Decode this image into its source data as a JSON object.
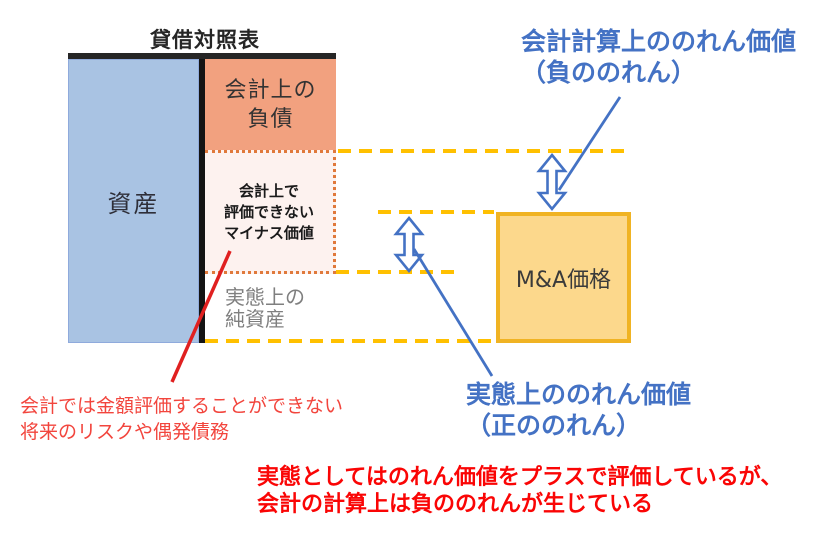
{
  "title": "貸借対照表",
  "colors": {
    "accent_blue": "#4472C4",
    "dashed_gold": "#FFC000",
    "assets_blue": "#A9C3E3",
    "liabilities_salmon": "#F2A17F",
    "negative_value_pink": "#FDF2EF",
    "dotted_border_orange": "#E0793B",
    "ma_fill": "#FCD88C",
    "ma_border": "#F0B323",
    "red_line": "#E02020",
    "risk_note_red": "#F2453D",
    "conclusion_red": "#FA0505",
    "net_assets_gray": "#7F7F7F",
    "bar_black": "#262626"
  },
  "balance_sheet": {
    "assets_label": "資産",
    "liabilities": {
      "line1": "会計上の",
      "line2": "負債"
    },
    "negative_value": {
      "line1": "会計上で",
      "line2": "評価できない",
      "line3": "マイナス価値"
    },
    "actual_net_assets": {
      "line1": "実態上の",
      "line2": "純資産"
    }
  },
  "ma_price": {
    "label": "M&A価格"
  },
  "annotations": {
    "accounting_goodwill": {
      "line1": "会計計算上ののれん価値",
      "line2": "（負ののれん）"
    },
    "actual_goodwill": {
      "line1": "実態上ののれん価値",
      "line2": "（正ののれん）"
    },
    "risk_note": {
      "line1": "会計では金額評価することができない",
      "line2": "将来のリスクや偶発債務"
    },
    "conclusion": {
      "line1": "実態としてはのれん価値をプラスで評価しているが、",
      "line2": "会計の計算上は負ののれんが生じている"
    }
  }
}
